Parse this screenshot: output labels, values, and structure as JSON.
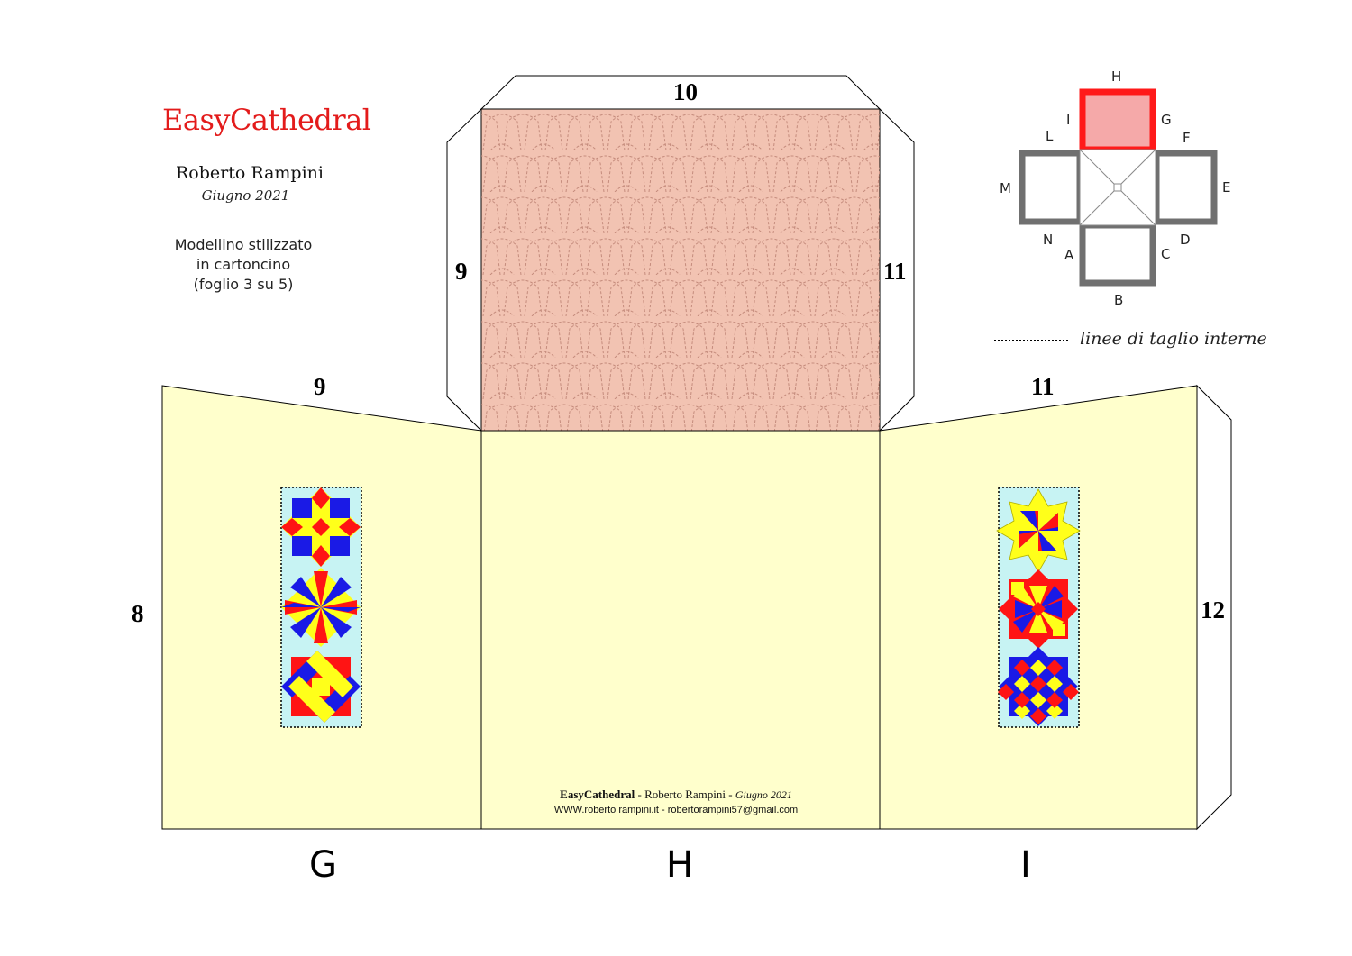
{
  "header": {
    "brand": "EasyCathedral",
    "author": "Roberto Rampini",
    "date": "Giugno 2021",
    "description": [
      "Modellino stilizzato",
      "in cartoncino",
      "(foglio 3 su 5)"
    ]
  },
  "edge_labels": {
    "roof_top": "10",
    "roof_left": "9",
    "roof_right": "11",
    "left_wall_top": "9",
    "right_wall_top": "11",
    "left_outer": "8",
    "right_outer": "12"
  },
  "panel_labels": [
    "G",
    "H",
    "I"
  ],
  "key_diagram": {
    "letters": [
      "H",
      "I",
      "G",
      "L",
      "F",
      "M",
      "E",
      "N",
      "D",
      "A",
      "C",
      "B"
    ]
  },
  "legend": {
    "text": "linee di taglio interne"
  },
  "footer": {
    "brand": "EasyCathedral",
    "sep1": " - ",
    "author": "Roberto Rampini",
    "sep2": " - ",
    "date": "Giugno 2021",
    "line2": "WWW.roberto rampini.it - robertorampini57@gmail.com"
  },
  "colors": {
    "brand_red": "#e31b1b",
    "wall_fill": "#ffffcc",
    "roof_fill": "#f2c3b2",
    "window_bg": "#c7f3f3",
    "key_gray": "#707070",
    "key_highlight": "#ff1a1a",
    "key_highlight_fill": "#f5a9a9",
    "mosaic_red": "#ff1414",
    "mosaic_blue": "#1a1ae6",
    "mosaic_yellow": "#ffff1a"
  }
}
